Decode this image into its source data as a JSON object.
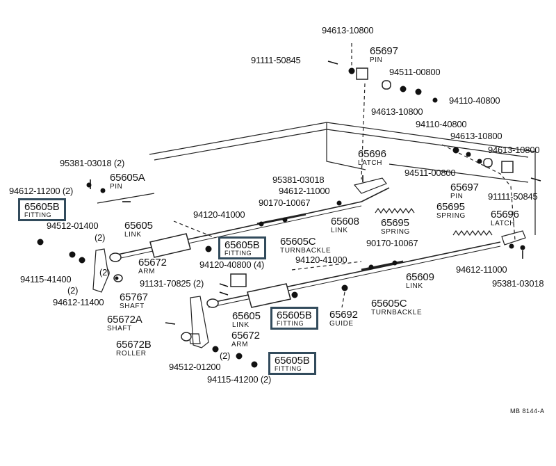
{
  "highlight_color": "#324b5c",
  "drawing_code": "MB 8144-A",
  "labels": [
    {
      "id": "l01",
      "part": "94613-10800",
      "desc": ""
    },
    {
      "id": "l02",
      "part": "91111-50845",
      "desc": ""
    },
    {
      "id": "l03",
      "part": "65697",
      "desc": "PIN"
    },
    {
      "id": "l04",
      "part": "94511-00800",
      "desc": ""
    },
    {
      "id": "l05",
      "part": "94613-10800",
      "desc": ""
    },
    {
      "id": "l06",
      "part": "94110-40800",
      "desc": ""
    },
    {
      "id": "l07",
      "part": "94110-40800",
      "desc": ""
    },
    {
      "id": "l08",
      "part": "94613-10800",
      "desc": ""
    },
    {
      "id": "l09",
      "part": "94613-10800",
      "desc": ""
    },
    {
      "id": "l10",
      "part": "95381-03018 (2)",
      "desc": ""
    },
    {
      "id": "l11",
      "part": "65696",
      "desc": "LATCH"
    },
    {
      "id": "l12",
      "part": "94511-00800",
      "desc": ""
    },
    {
      "id": "l13",
      "part": "65605A",
      "desc": "PIN"
    },
    {
      "id": "l14",
      "part": "95381-03018",
      "desc": ""
    },
    {
      "id": "l15",
      "part": "65697",
      "desc": "PIN"
    },
    {
      "id": "l16",
      "part": "94612-11200 (2)",
      "desc": ""
    },
    {
      "id": "l17",
      "part": "94612-11000",
      "desc": ""
    },
    {
      "id": "l18",
      "part": "91111-50845",
      "desc": ""
    },
    {
      "id": "l19",
      "part": "90170-10067",
      "desc": ""
    },
    {
      "id": "l20",
      "part": "65605B",
      "desc": "FITTING"
    },
    {
      "id": "l21",
      "part": "65695",
      "desc": "SPRING"
    },
    {
      "id": "l22",
      "part": "94120-41000",
      "desc": ""
    },
    {
      "id": "l23",
      "part": "65696",
      "desc": "LATCH"
    },
    {
      "id": "l24",
      "part": "65608",
      "desc": "LINK"
    },
    {
      "id": "l25",
      "part": "65695",
      "desc": "SPRING"
    },
    {
      "id": "l26",
      "part": "94512-01400",
      "desc": ""
    },
    {
      "id": "l27",
      "part": "65605",
      "desc": "LINK"
    },
    {
      "id": "l28",
      "part": "(2)",
      "desc": ""
    },
    {
      "id": "l29",
      "part": "65605B",
      "desc": "FITTING"
    },
    {
      "id": "l30",
      "part": "65605C",
      "desc": "TURNBACKLE"
    },
    {
      "id": "l31",
      "part": "90170-10067",
      "desc": ""
    },
    {
      "id": "l32",
      "part": "65672",
      "desc": "ARM"
    },
    {
      "id": "l33",
      "part": "94120-40800 (4)",
      "desc": ""
    },
    {
      "id": "l34",
      "part": "94120-41000",
      "desc": ""
    },
    {
      "id": "l35",
      "part": "94612-11000",
      "desc": ""
    },
    {
      "id": "l36",
      "part": "94115-41400",
      "desc": ""
    },
    {
      "id": "l37",
      "part": "(2)",
      "desc": ""
    },
    {
      "id": "l38",
      "part": "91131-70825 (2)",
      "desc": ""
    },
    {
      "id": "l39",
      "part": "65609",
      "desc": "LINK"
    },
    {
      "id": "l40",
      "part": "95381-03018",
      "desc": ""
    },
    {
      "id": "l41",
      "part": "(2)",
      "desc": ""
    },
    {
      "id": "l42",
      "part": "94612-11400",
      "desc": ""
    },
    {
      "id": "l43",
      "part": "65767",
      "desc": "SHAFT"
    },
    {
      "id": "l44",
      "part": "65605C",
      "desc": "TURNBACKLE"
    },
    {
      "id": "l45",
      "part": "65605",
      "desc": "LINK"
    },
    {
      "id": "l46",
      "part": "65605B",
      "desc": "FITTING"
    },
    {
      "id": "l47",
      "part": "65692",
      "desc": "GUIDE"
    },
    {
      "id": "l48",
      "part": "65672A",
      "desc": "SHAFT"
    },
    {
      "id": "l49",
      "part": "65672",
      "desc": "ARM"
    },
    {
      "id": "l50",
      "part": "65672B",
      "desc": "ROLLER"
    },
    {
      "id": "l51",
      "part": "(2)",
      "desc": ""
    },
    {
      "id": "l52",
      "part": "94512-01200",
      "desc": ""
    },
    {
      "id": "l53",
      "part": "65605B",
      "desc": "FITTING"
    },
    {
      "id": "l54",
      "part": "94115-41200 (2)",
      "desc": ""
    }
  ]
}
